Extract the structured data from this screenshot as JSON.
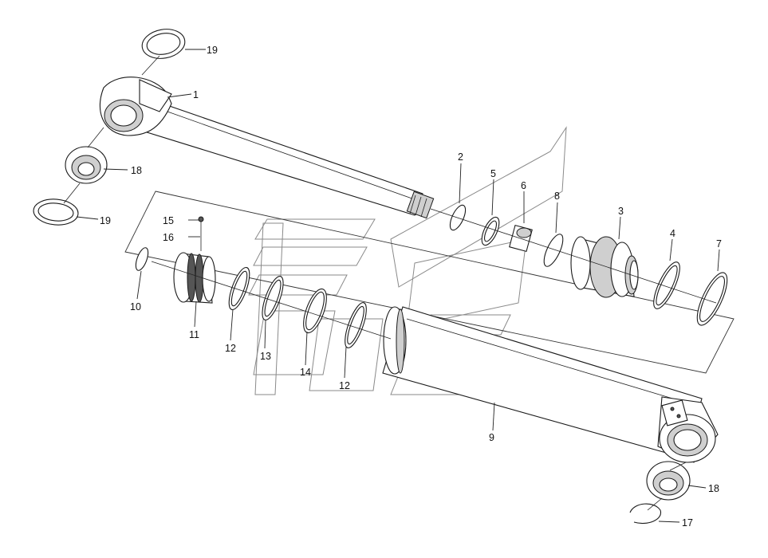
{
  "diagram": {
    "colors": {
      "line": "#1a1a1a",
      "shade": "#cfcfcf",
      "watermark": "#8a8a8a",
      "background": "#ffffff"
    },
    "callouts": {
      "p1": "1",
      "p2": "2",
      "p3": "3",
      "p4": "4",
      "p5": "5",
      "p6": "6",
      "p7": "7",
      "p8": "8",
      "p9": "9",
      "p10": "10",
      "p11": "11",
      "p12a": "12",
      "p12b": "12",
      "p13": "13",
      "p14": "14",
      "p15": "15",
      "p16": "16",
      "p17": "17",
      "p18a": "18",
      "p18b": "18",
      "p19a": "19",
      "p19b": "19"
    }
  }
}
